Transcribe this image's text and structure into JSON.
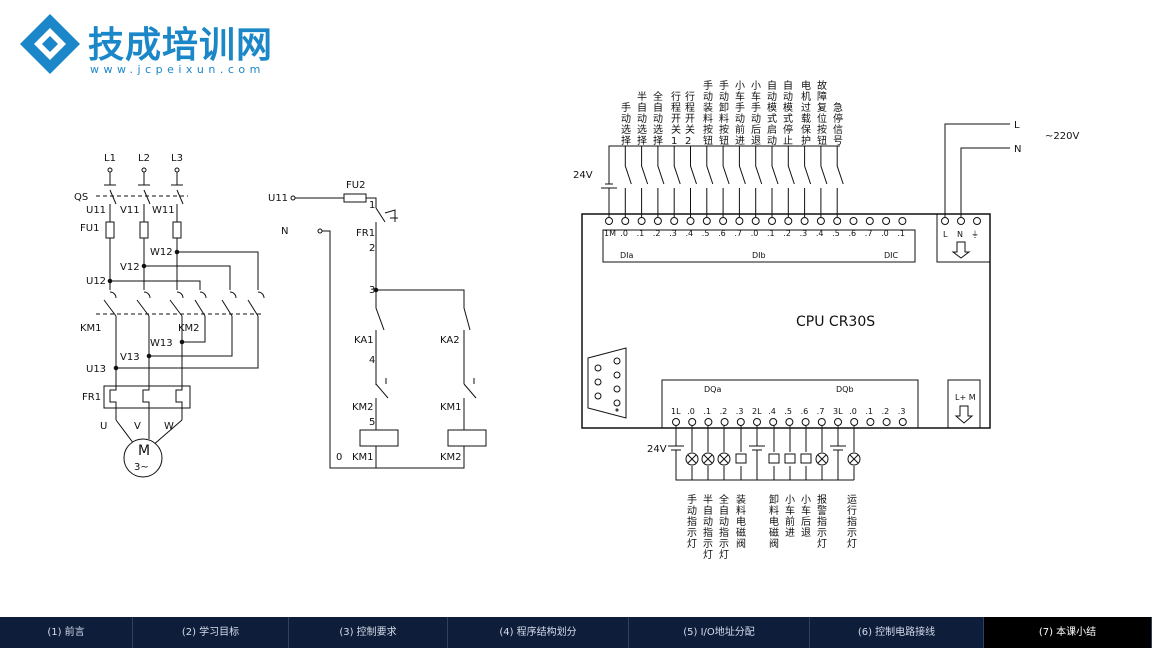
{
  "brand": {
    "name": "技成培训网",
    "url": "www.jcpeixun.com",
    "color": "#1b87c9"
  },
  "motor_circuit": {
    "phases": [
      "L1",
      "L2",
      "L3"
    ],
    "qs": "QS",
    "fu1": "FU1",
    "km1": "KM1",
    "km2": "KM2",
    "fr1": "FR1",
    "u11": "U11",
    "v11": "V11",
    "w11": "W11",
    "w12": "W12",
    "v12": "V12",
    "u12": "U12",
    "w13": "W13",
    "v13": "V13",
    "u13": "U13",
    "u": "U",
    "v": "V",
    "w": "W",
    "motor_m": "M",
    "motor_3": "3~"
  },
  "control_circuit": {
    "u11": "U11",
    "n": "N",
    "fu2": "FU2",
    "fr1": "FR1",
    "ka1": "KA1",
    "ka2": "KA2",
    "km2_nc": "KM2",
    "km1_nc": "KM1",
    "coil_km1": "KM1",
    "coil_km2": "KM2",
    "n1": "1",
    "n2": "2",
    "n3": "3",
    "n4": "4",
    "n5": "5",
    "n0": "0"
  },
  "plc": {
    "cpu": "CPU CR30S",
    "voltage_in": "24V",
    "voltage_out": "24V",
    "supply": "~220V",
    "L": "L",
    "N": "N",
    "pw_L": "L",
    "pw_N": "N",
    "pw_gnd": "⏚",
    "out_LM": "L+ M",
    "group_dia": "DIa",
    "group_dib": "DIb",
    "group_dic": "DIC",
    "group_dqa": "DQa",
    "group_dqb": "DQb",
    "input_terms": [
      "1M",
      ".0",
      ".1",
      ".2",
      ".3",
      ".4",
      ".5",
      ".6",
      ".7",
      ".0",
      ".1",
      ".2",
      ".3",
      ".4",
      ".5",
      ".6",
      ".7",
      ".0",
      ".1"
    ],
    "input_labels": [
      "手动选择",
      "半自动选择",
      "全自动选择",
      "行程开关1",
      "行程开关2",
      "手动装料按钮",
      "手动卸料按钮",
      "小车手动前进",
      "小车手动后退",
      "自动模式启动",
      "自动模式停止",
      "电机过载保护",
      "故障复位按钮",
      "急停信号"
    ],
    "output_terms": [
      "1L",
      ".0",
      ".1",
      ".2",
      ".3",
      "2L",
      ".4",
      ".5",
      ".6",
      ".7",
      "3L",
      ".0",
      ".1",
      ".2",
      ".3"
    ],
    "output_labels": [
      "手动指示灯",
      "半自动指示灯",
      "全自动指示灯",
      "装料电磁阀",
      "卸料电磁阀",
      "小车前进",
      "小车后退",
      "报警指示灯",
      "运行指示灯"
    ]
  },
  "nav": {
    "tabs": [
      "(1) 前言",
      "(2) 学习目标",
      "(3) 控制要求",
      "(4) 程序结构划分",
      "(5) I/O地址分配",
      "(6) 控制电路接线",
      "(7) 本课小结"
    ],
    "active_index": 6
  }
}
